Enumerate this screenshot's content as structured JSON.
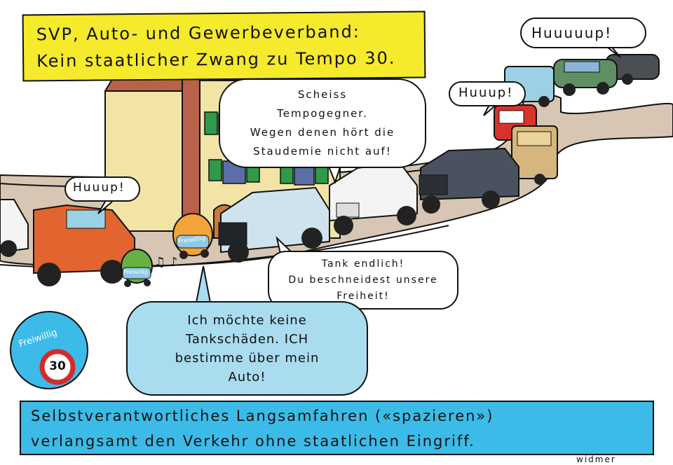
{
  "headline": {
    "line1": "SVP, Auto- und Gewerbeverband:",
    "line2": "Kein staatlicher Zwang zu Tempo 30."
  },
  "speech": {
    "hupe_far": "Huuuuup!",
    "hupe_mid": "Huuup!",
    "hupe_left": "Huuup!",
    "tempogegner": [
      "Scheiss",
      "Tempogegner.",
      "Wegen denen hört die",
      "Staudemie nicht auf!"
    ],
    "tank": [
      "Tank endlich!",
      "Du beschneidest unsere",
      "Freiheit!"
    ],
    "small_car": [
      "Ich möchte keine",
      "Tankschäden. ICH",
      "bestimme über mein",
      "Auto!"
    ]
  },
  "badge": {
    "label": "Freiwillig",
    "number": "30"
  },
  "small_car_labels": {
    "orange_car": "Freiwillig",
    "green_car": "Freiwillig"
  },
  "caption": {
    "line1": "Selbstverantwortliches Langsamfahren («spazieren»)",
    "line2": "verlangsamt den Verkehr ohne staatlichen Eingriff."
  },
  "signature": "widmer",
  "colors": {
    "yellow": "#f6ea2c",
    "blue": "#3cbbe8",
    "light_blue": "#a9dcef",
    "road": "#d6c6b3",
    "house": "#f1e4a6",
    "roof": "#b9624a",
    "shutter": "#2f9a4a",
    "orange_suv": "#e2642f"
  }
}
